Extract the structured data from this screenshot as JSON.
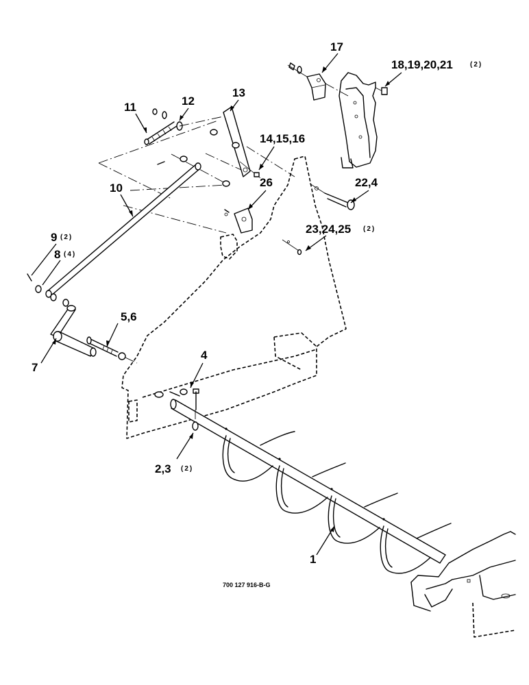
{
  "figure": {
    "drawing_number": "700 127 916-B-G"
  },
  "callouts": [
    {
      "id": "c17",
      "name": "callout-17",
      "text": "17",
      "qty": ""
    },
    {
      "id": "c18",
      "name": "callout-18-19-20-21",
      "text": "18,19,20,21",
      "qty": "(2)"
    },
    {
      "id": "c11",
      "name": "callout-11",
      "text": "11",
      "qty": ""
    },
    {
      "id": "c12",
      "name": "callout-12",
      "text": "12",
      "qty": ""
    },
    {
      "id": "c13",
      "name": "callout-13",
      "text": "13",
      "qty": ""
    },
    {
      "id": "c14",
      "name": "callout-14-15-16",
      "text": "14,15,16",
      "qty": ""
    },
    {
      "id": "c26",
      "name": "callout-26",
      "text": "26",
      "qty": ""
    },
    {
      "id": "c22",
      "name": "callout-22-4",
      "text": "22,4",
      "qty": ""
    },
    {
      "id": "c10",
      "name": "callout-10",
      "text": "10",
      "qty": ""
    },
    {
      "id": "c23",
      "name": "callout-23-24-25",
      "text": "23,24,25",
      "qty": "(2)"
    },
    {
      "id": "c9",
      "name": "callout-9",
      "text": "9",
      "qty": "(2)"
    },
    {
      "id": "c8",
      "name": "callout-8",
      "text": "8",
      "qty": "(4)"
    },
    {
      "id": "c5",
      "name": "callout-5-6",
      "text": "5,6",
      "qty": ""
    },
    {
      "id": "c7",
      "name": "callout-7",
      "text": "7",
      "qty": ""
    },
    {
      "id": "c4",
      "name": "callout-4",
      "text": "4",
      "qty": ""
    },
    {
      "id": "c2",
      "name": "callout-2-3",
      "text": "2,3",
      "qty": "(2)"
    },
    {
      "id": "c1",
      "name": "callout-1",
      "text": "1",
      "qty": ""
    }
  ]
}
